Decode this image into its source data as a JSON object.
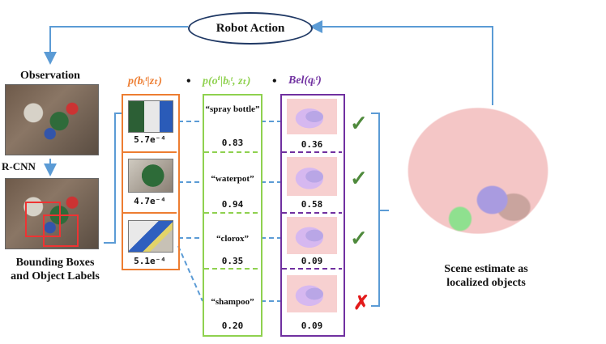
{
  "robot_action": "Robot Action",
  "observation_label": "Observation",
  "rcnn_label": "R-CNN",
  "bbox_label_line1": "Bounding Boxes",
  "bbox_label_line2": "and Object Labels",
  "headers": {
    "col1": "p(bᵢᵗ|zₜ)",
    "col2": "p(oⁱ|bᵢᵗ, zₜ)",
    "col3": "Bel(qᵢᵗ)",
    "dot": "•"
  },
  "col1_values": [
    "5.7e⁻⁴",
    "4.7e⁻⁴",
    "5.1e⁻⁴"
  ],
  "col2_items": [
    {
      "label": "“spray bottle”",
      "value": "0.83"
    },
    {
      "label": "“waterpot”",
      "value": "0.94"
    },
    {
      "label": "“clorox”",
      "value": "0.35"
    },
    {
      "label": "“shampoo”",
      "value": "0.20"
    }
  ],
  "col3_values": [
    "0.36",
    "0.58",
    "0.09",
    "0.09"
  ],
  "marks": [
    "✓",
    "✓",
    "✓",
    "✗"
  ],
  "scene_label_line1": "Scene estimate as",
  "scene_label_line2": "localized objects",
  "colors": {
    "orange": "#ed7d31",
    "green": "#8fd14f",
    "purple": "#7030a0",
    "arrow": "#5b9bd5",
    "check": "#4f8a3c",
    "cross": "#e31b1b"
  }
}
